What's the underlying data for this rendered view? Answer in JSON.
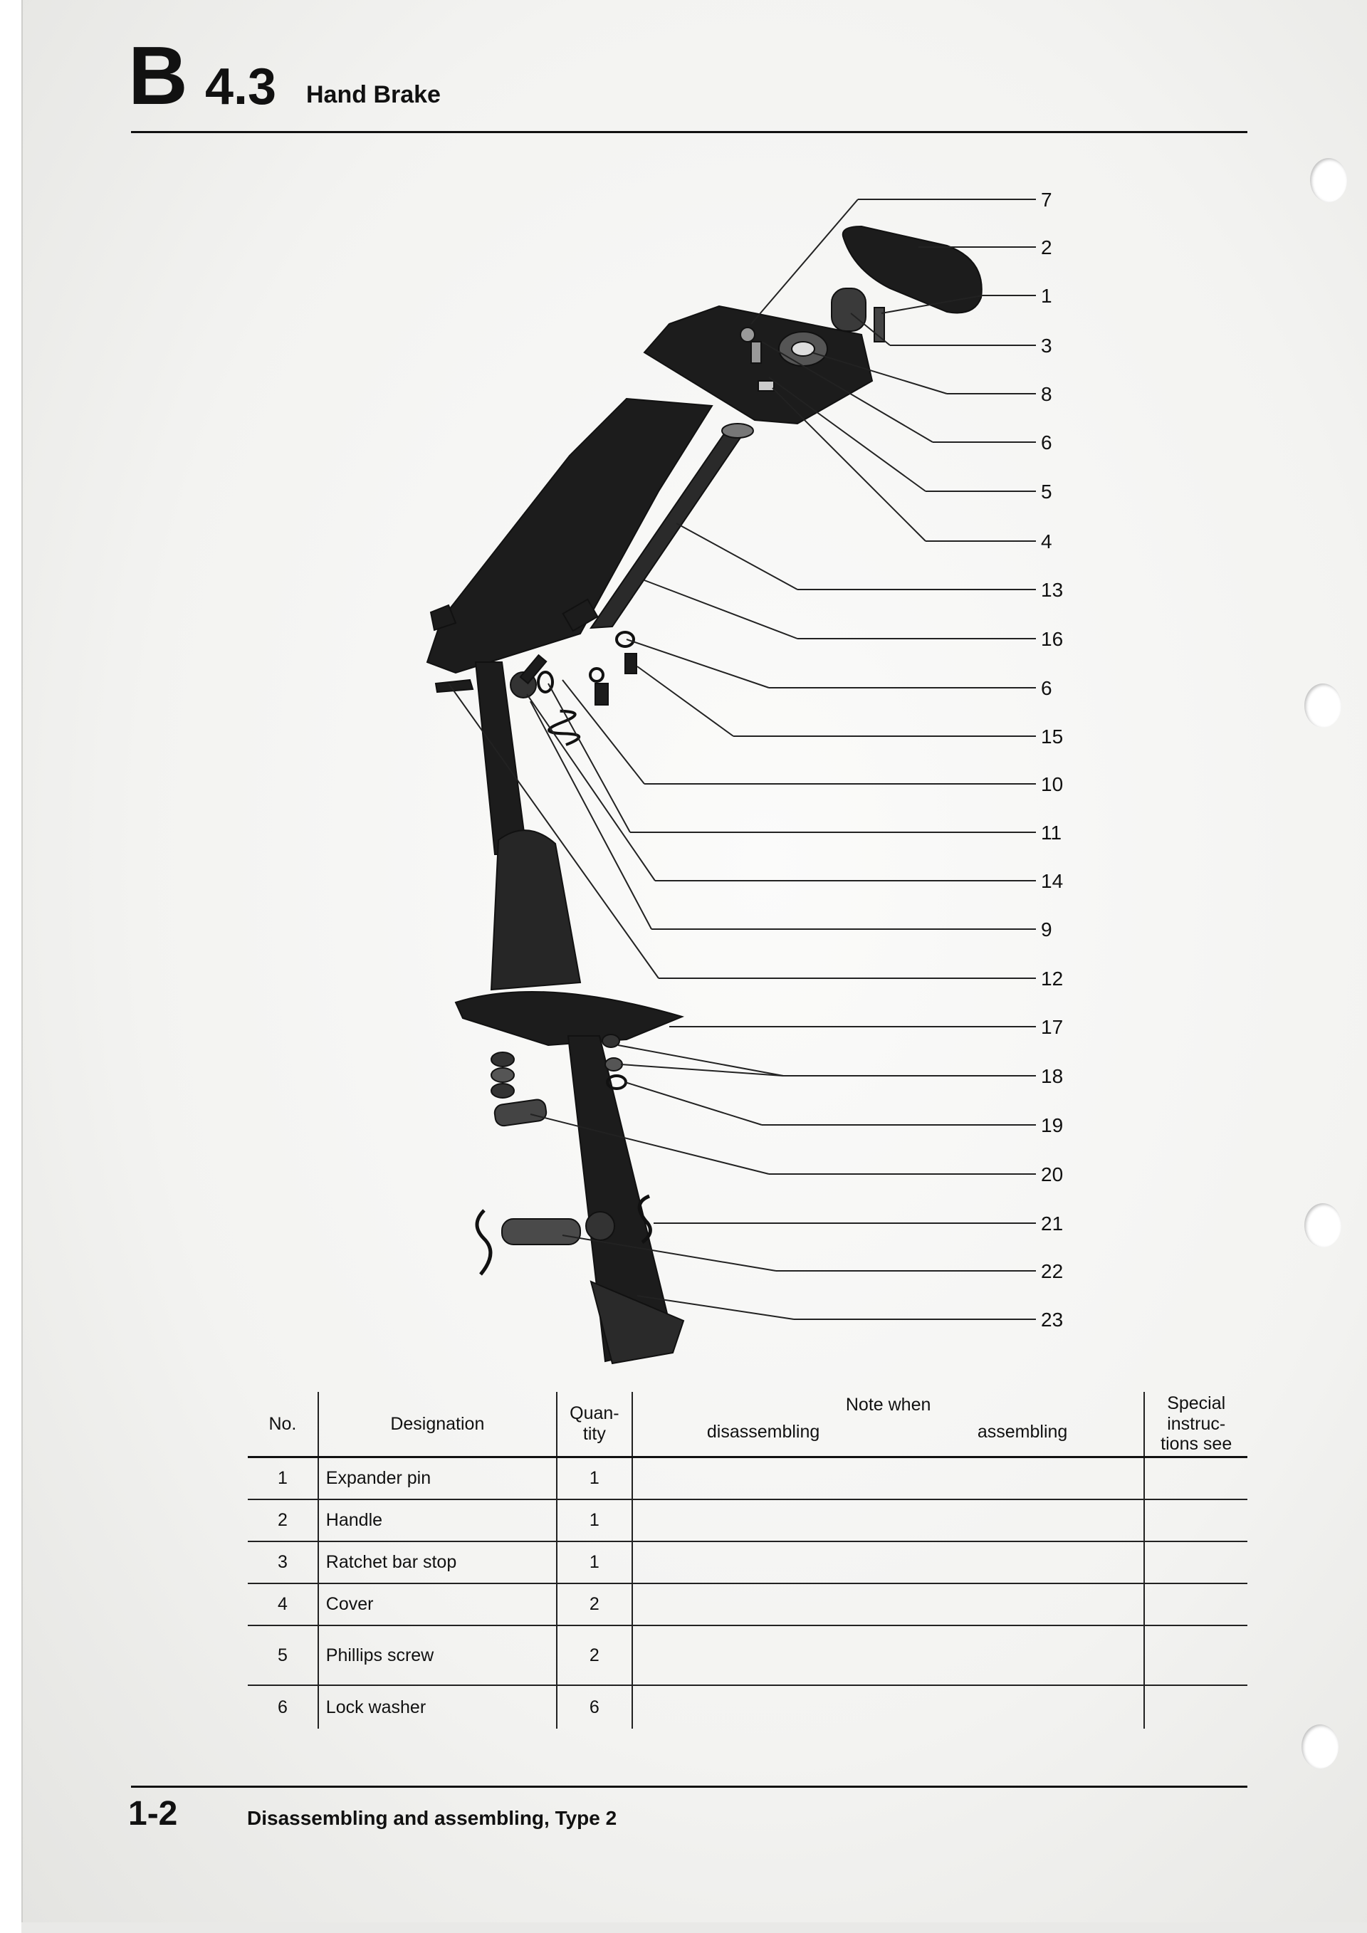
{
  "header": {
    "section_letter": "B",
    "section_number": "4.3",
    "title": "Hand Brake"
  },
  "diagram": {
    "callouts": [
      "7",
      "2",
      "1",
      "3",
      "8",
      "6",
      "5",
      "4",
      "13",
      "16",
      "6",
      "15",
      "10",
      "11",
      "14",
      "9",
      "12",
      "17",
      "18",
      "19",
      "20",
      "21",
      "22",
      "23"
    ]
  },
  "table": {
    "headers": {
      "no": "No.",
      "designation": "Designation",
      "quantity_line1": "Quan-",
      "quantity_line2": "tity",
      "note_when": "Note when",
      "disassembling": "disassembling",
      "assembling": "assembling",
      "special_line1": "Special",
      "special_line2": "instruc-",
      "special_line3": "tions see"
    },
    "rows": [
      {
        "no": "1",
        "designation": "Expander pin",
        "qty": "1"
      },
      {
        "no": "2",
        "designation": "Handle",
        "qty": "1"
      },
      {
        "no": "3",
        "designation": "Ratchet bar stop",
        "qty": "1"
      },
      {
        "no": "4",
        "designation": "Cover",
        "qty": "2"
      },
      {
        "no": "5",
        "designation": "Phillips screw",
        "qty": "2"
      },
      {
        "no": "6",
        "designation": "Lock washer",
        "qty": "6"
      }
    ]
  },
  "footer": {
    "page": "1-2",
    "text": "Disassembling and assembling, Type 2"
  }
}
